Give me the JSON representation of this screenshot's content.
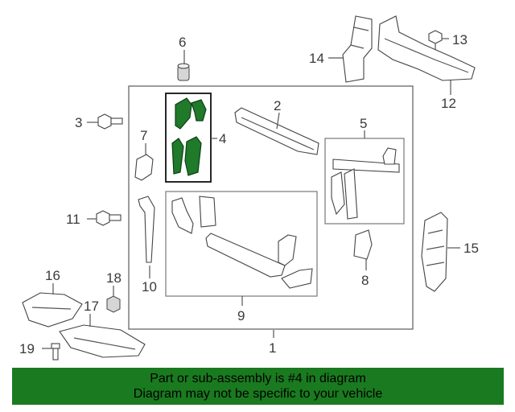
{
  "callouts": {
    "c1": "1",
    "c2": "2",
    "c3": "3",
    "c4": "4",
    "c5": "5",
    "c6": "6",
    "c7": "7",
    "c8": "8",
    "c9": "9",
    "c10": "10",
    "c11": "11",
    "c12": "12",
    "c13": "13",
    "c14": "14",
    "c15": "15",
    "c16": "16",
    "c17": "17",
    "c18": "18",
    "c19": "19"
  },
  "banner": {
    "line1": "Part or sub-assembly is #4 in diagram",
    "line2": "Diagram may not be specific to your vehicle"
  },
  "colors": {
    "highlight": "#1f7a2a",
    "banner": "#1a7a1f"
  }
}
